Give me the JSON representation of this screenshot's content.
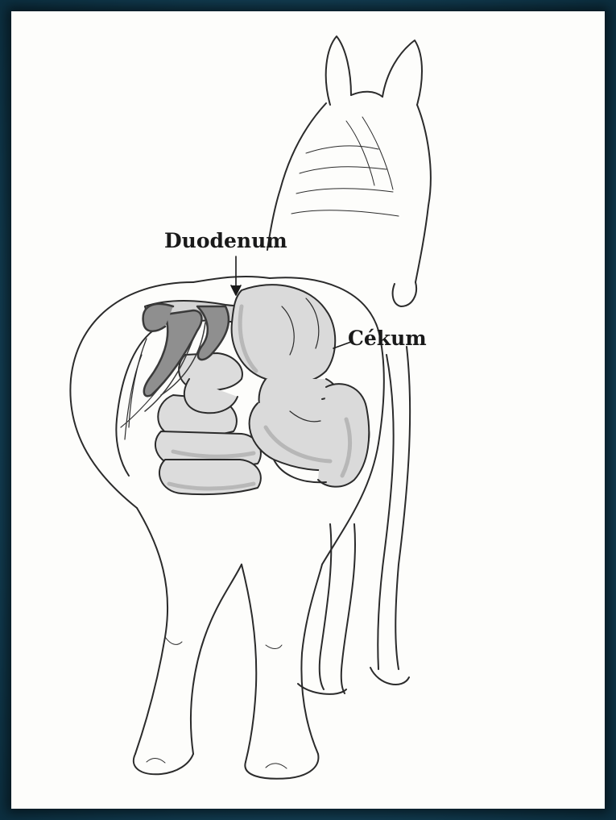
{
  "labels": {
    "duodenum": "Duodenum",
    "cekum": "Cékum"
  },
  "colors": {
    "frame": "#0f3a4e",
    "panel": "#fdfdfb",
    "line": "#2b2b2b",
    "organ_fill": "#dcdcdc",
    "organ_shade": "#9c9c9c",
    "vessel": "#3a3a3a"
  },
  "icons": {
    "subject": "horse-rear-view-illustration",
    "annotation_pointer": "arrow-pointer"
  }
}
